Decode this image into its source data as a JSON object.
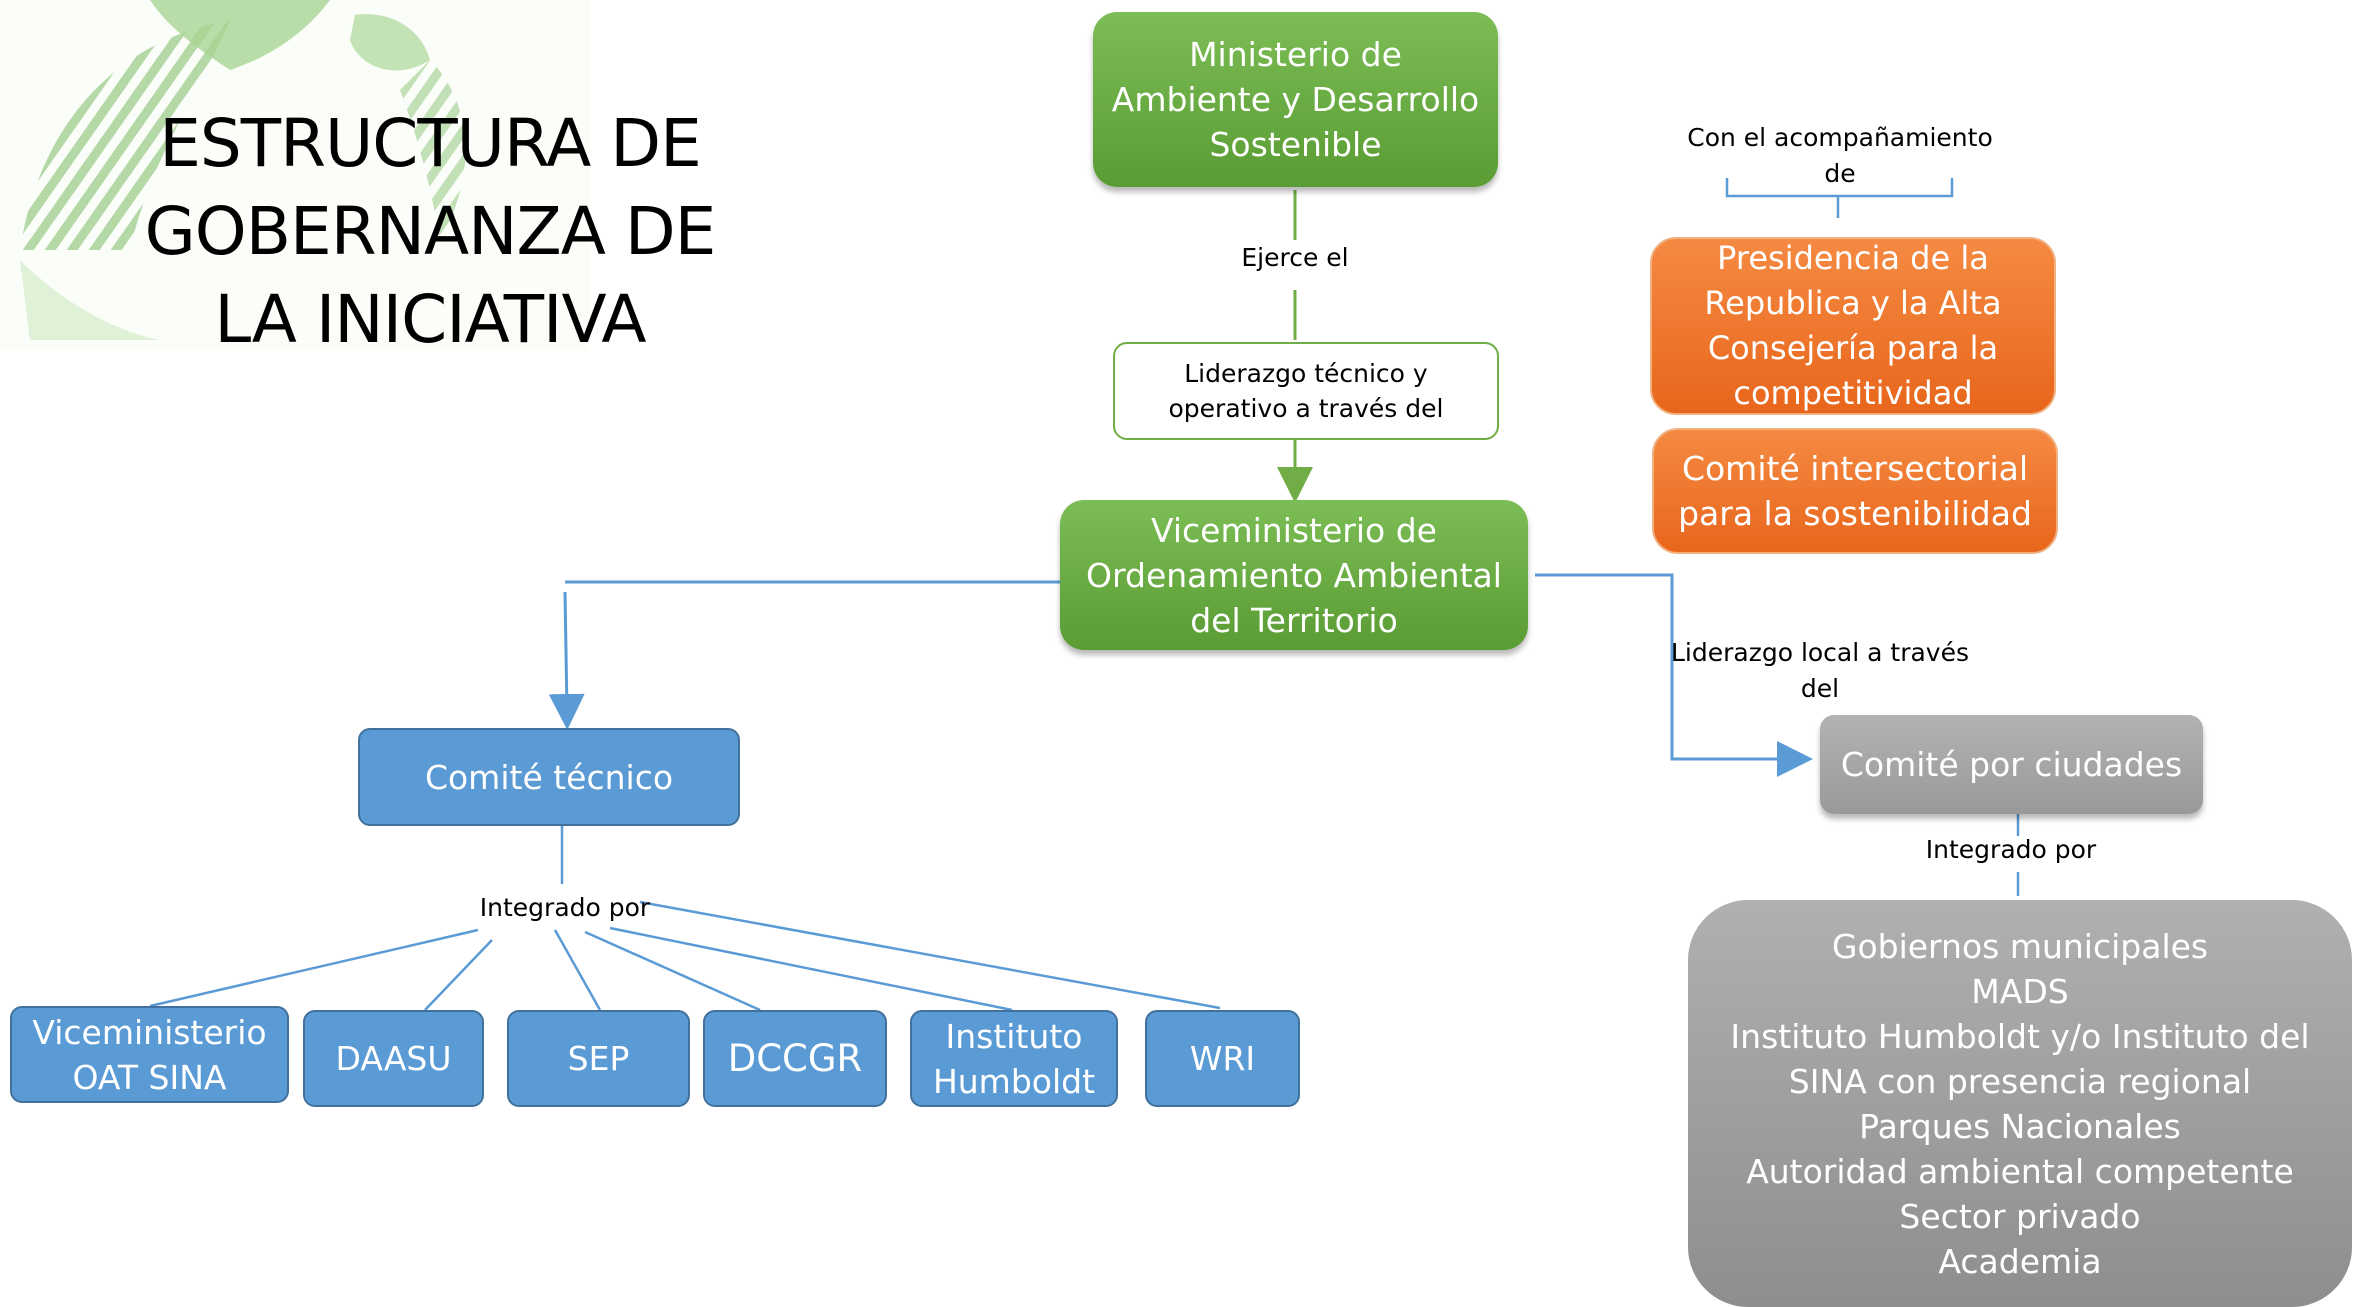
{
  "title": "ESTRUCTURA DE\nGOBERNANZA DE\nLA INICIATIVA",
  "nodes": {
    "ministerio": "Ministerio de\nAmbiente y Desarrollo\nSostenible",
    "liderazgo_tecnico": "Liderazgo técnico y\noperativo a través del",
    "viceministerio": "Viceministerio de\nOrdenamiento Ambiental\ndel Territorio",
    "presidencia": "Presidencia de la\nRepublica y la Alta\nConsejería para la\ncompetitividad",
    "comite_intersectorial": "Comité intersectorial\npara la sostenibilidad",
    "comite_tecnico": "Comité técnico",
    "comite_ciudades": "Comité por ciudades",
    "miembros_ciudades": "Gobiernos municipales\nMADS\nInstituto Humboldt y/o Instituto del\nSINA con presencia regional\nParques Nacionales\nAutoridad ambiental competente\nSector privado\nAcademia"
  },
  "members_tecnico": [
    "Viceministerio\nOAT SINA",
    "DAASU",
    "SEP",
    "DCCGR",
    "Instituto\nHumboldt",
    "WRI"
  ],
  "labels": {
    "acompanamiento": "Con el acompañamiento\nde",
    "ejerce": "Ejerce el",
    "liderazgo_local": "Liderazgo local a través\ndel",
    "integrado_tecnico": "Integrado por",
    "integrado_ciudades": "Integrado por"
  },
  "colors": {
    "green": "#70ad47",
    "orange": "#ed7d31",
    "blue": "#5b9bd5",
    "gray": "#a6a6a6"
  }
}
